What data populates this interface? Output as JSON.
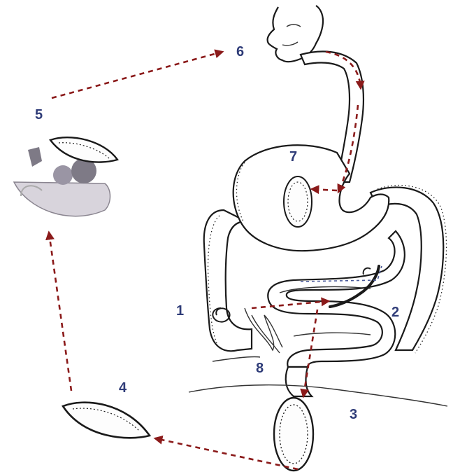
{
  "figure": {
    "labels": [
      "1",
      "2",
      "3",
      "4",
      "5",
      "6",
      "7",
      "8"
    ]
  },
  "colors": {
    "arrow": "#8b1a1a",
    "label": "#2f3c78",
    "outline": "#1a1a1a",
    "worm": "#1a1a1a"
  },
  "icons": {
    "face": "face-profile-icon",
    "egg": "egg-icon",
    "food_bowl": "food-bowl-icon",
    "worm": "worm-icon"
  }
}
